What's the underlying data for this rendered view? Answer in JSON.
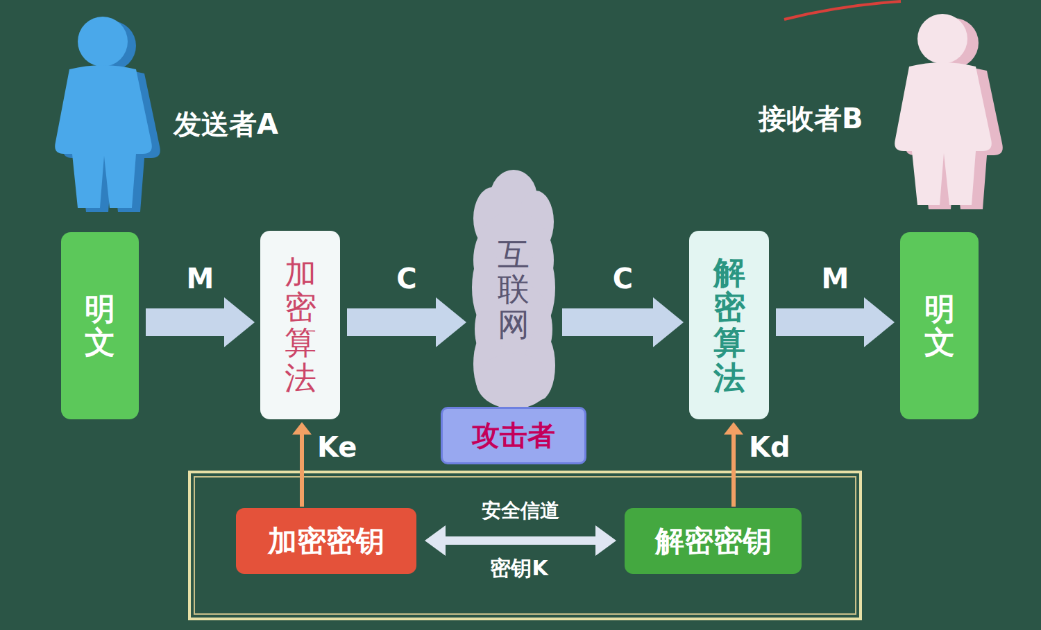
{
  "diagram": {
    "nodes": [
      {
        "text": [
          "明文"
        ]
      },
      {
        "text": [
          "加密算法"
        ]
      },
      {
        "text": [
          "互联网"
        ]
      },
      {
        "text": [
          "解密算法"
        ]
      },
      {
        "text": [
          "明文"
        ]
      },
      {
        "text": [
          "攻击者"
        ]
      },
      {
        "text": [
          "加密密钥"
        ]
      },
      {
        "text": [
          "解密密钥"
        ]
      }
    ],
    "edges": [
      {
        "from": 0,
        "to": 1,
        "label": "M",
        "arrow": "to"
      },
      {
        "from": 1,
        "to": 2,
        "label": "C",
        "arrow": "to"
      },
      {
        "from": 2,
        "to": 3,
        "label": "C",
        "arrow": "to"
      },
      {
        "from": 3,
        "to": 4,
        "label": "M",
        "arrow": "to"
      },
      {
        "from": 6,
        "to": 1,
        "label": "Ke",
        "arrow": "to"
      },
      {
        "from": 7,
        "to": 3,
        "label": "Kd",
        "arrow": "to"
      },
      {
        "from": 6,
        "to": 7,
        "label": "安全信道",
        "arrow": "both"
      }
    ],
    "labels": [
      "发送者A",
      "接收者B",
      "密钥K"
    ]
  }
}
